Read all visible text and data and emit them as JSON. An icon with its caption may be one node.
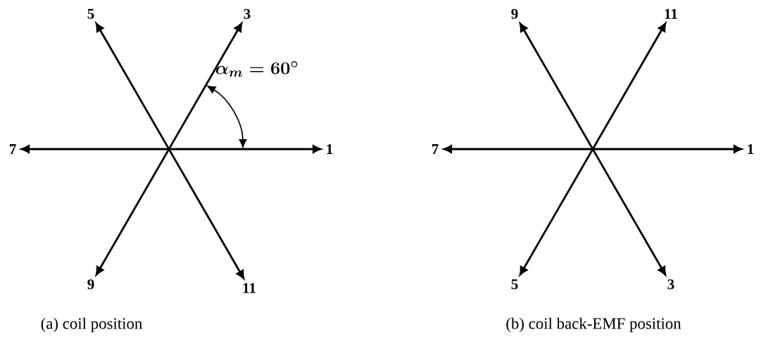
{
  "diagram": {
    "nodes": [
      {
        "text": [
          "5"
        ]
      },
      {
        "text": [
          "3"
        ]
      },
      {
        "text": [
          "7"
        ]
      },
      {
        "text": [
          "1"
        ]
      },
      {
        "text": [
          "9"
        ]
      },
      {
        "text": [
          "11"
        ]
      },
      {
        "text": [
          "9"
        ]
      },
      {
        "text": [
          "11"
        ]
      },
      {
        "text": [
          "7"
        ]
      },
      {
        "text": [
          "1"
        ]
      },
      {
        "text": [
          "5"
        ]
      },
      {
        "text": [
          "3"
        ]
      }
    ],
    "edges": [
      {
        "from": 2,
        "to": 3,
        "arrow": "both"
      },
      {
        "from": 0,
        "to": 5,
        "arrow": "both"
      },
      {
        "from": 1,
        "to": 4,
        "arrow": "both"
      },
      {
        "from": 8,
        "to": 9,
        "arrow": "both"
      },
      {
        "from": 6,
        "to": 11,
        "arrow": "both"
      },
      {
        "from": 7,
        "to": 10,
        "arrow": "both"
      }
    ],
    "labels": [
      "\\alpha_m = 60^\\circ",
      "(a) coil position",
      "(b) coil back-EMF position"
    ]
  }
}
